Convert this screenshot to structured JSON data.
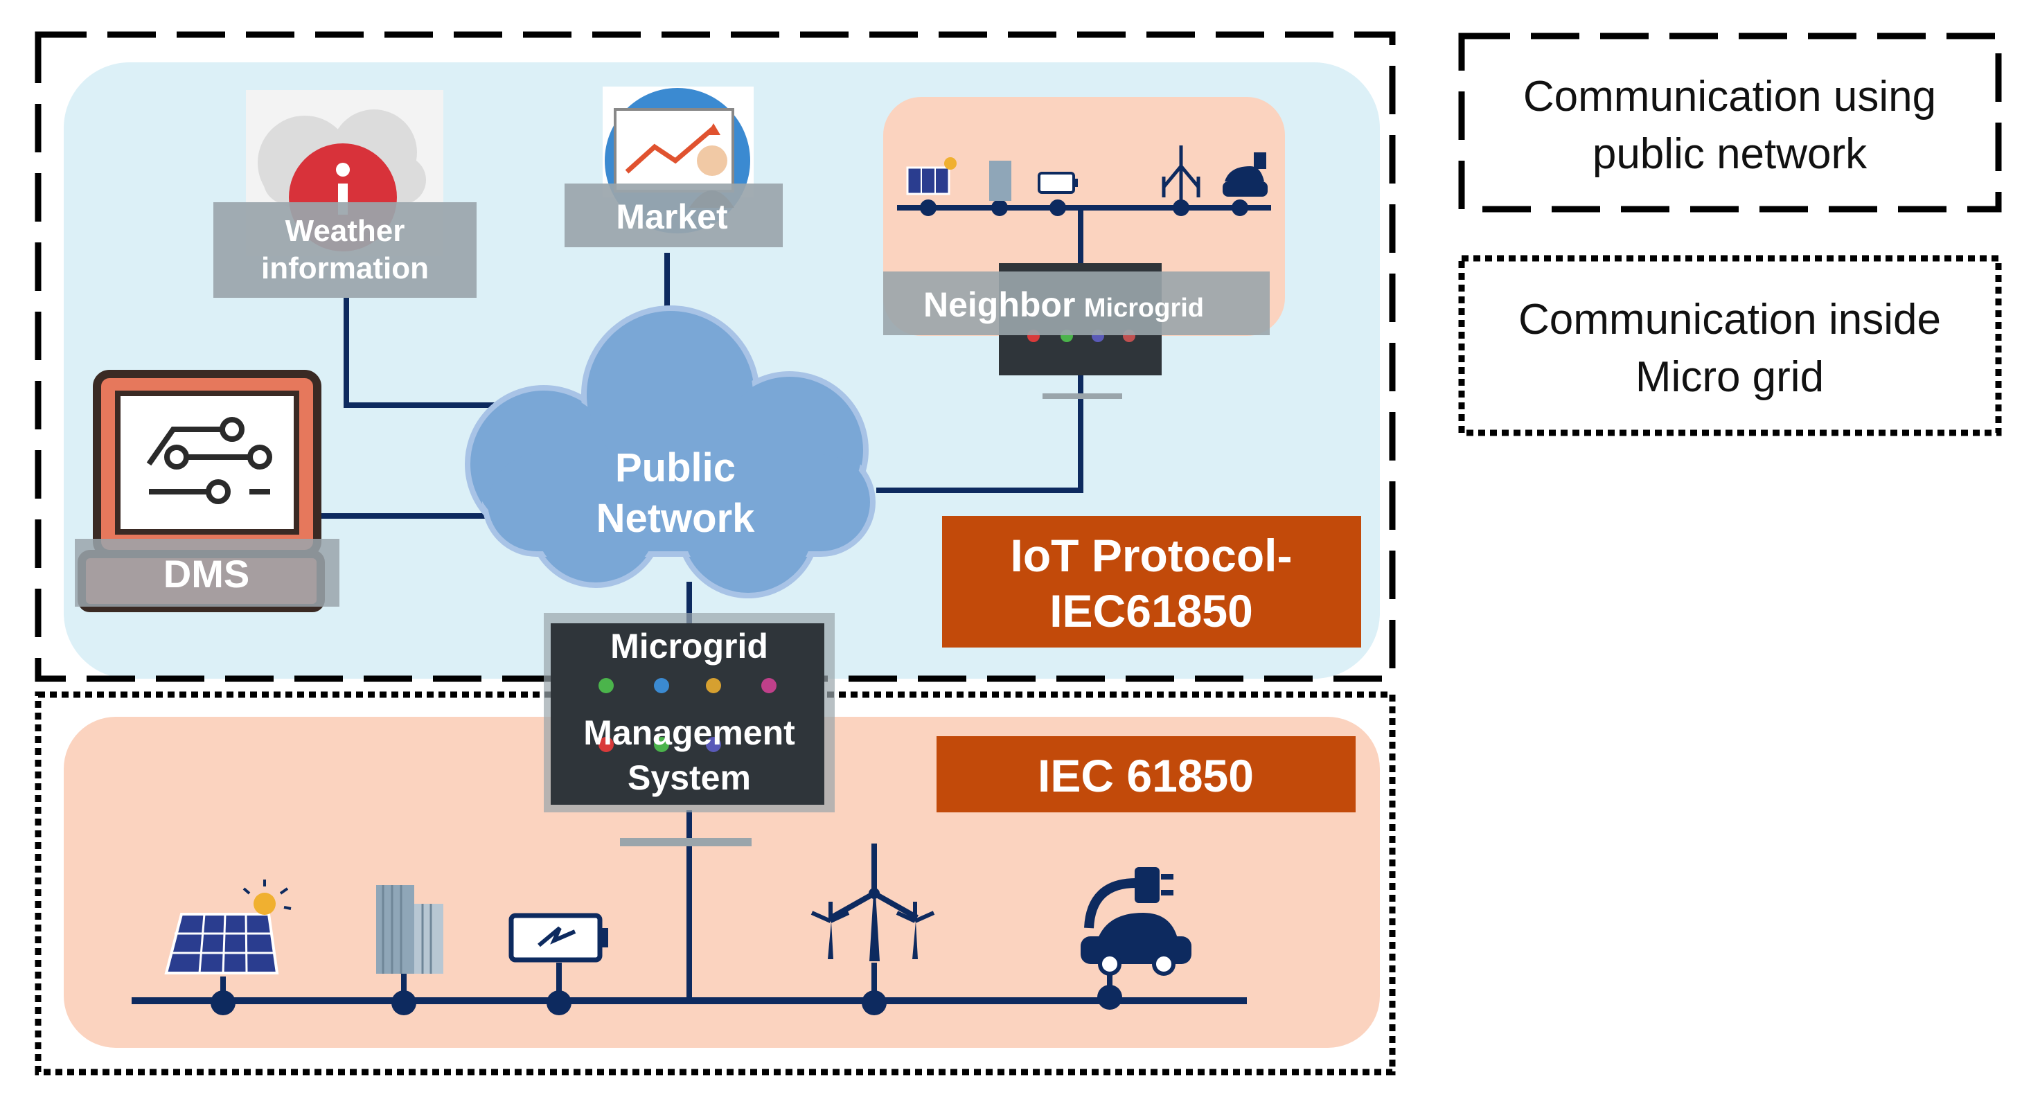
{
  "colors": {
    "public_zone_bg": "#dcf0f7",
    "micro_zone_bg": "#fbd3bf",
    "line": "#0d2a5f",
    "cloud": "#7aa7d6",
    "protocol_box": "#c24a0a",
    "mgmt_box": "#2f353a",
    "gray_label": "#9aa5ab",
    "dms_body": "#e6785c"
  },
  "nodes": {
    "weather": {
      "line1": "Weather",
      "line2": "information",
      "icon": "info-cloud-icon"
    },
    "market": {
      "label": "Market",
      "icon": "presentation-chart-icon"
    },
    "neighbor": {
      "label_a": "Neighbor",
      "label_b": "Microgrid",
      "icon": "controller-icon"
    },
    "cloud": {
      "line1": "Public",
      "line2": "Network",
      "icon": "cloud-icon"
    },
    "dms": {
      "label": "DMS",
      "icon": "circuit-monitor-icon"
    },
    "mgmt": {
      "line1": "Microgrid",
      "line2": "Management",
      "line3": "System",
      "icon": "controller-icon"
    }
  },
  "protocols": {
    "iot_line1": "IoT Protocol-",
    "iot_line2": "IEC61850",
    "iec": "IEC 61850"
  },
  "legend": {
    "public_line1": "Communication using",
    "public_line2": "public network",
    "inside_line1": "Communication inside",
    "inside_line2": "Micro grid"
  },
  "bus_devices": [
    "solar-panel-icon",
    "building-icon",
    "battery-icon",
    "wind-turbine-icon",
    "ev-charging-icon"
  ]
}
